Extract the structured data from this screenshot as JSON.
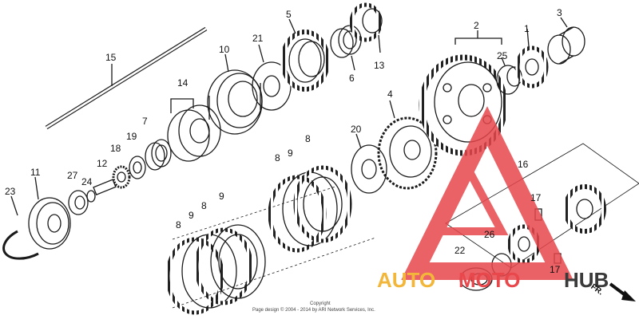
{
  "callouts": {
    "n1": "1",
    "n2": "2",
    "n3": "3",
    "n4": "4",
    "n5": "5",
    "n6": "6",
    "n7": "7",
    "n8": "8",
    "n9": "9",
    "n10": "10",
    "n11": "11",
    "n12": "12",
    "n13": "13",
    "n14": "14",
    "n15": "15",
    "n16": "16",
    "n17": "17",
    "n18": "18",
    "n19": "19",
    "n20": "20",
    "n21": "21",
    "n22": "22",
    "n23": "23",
    "n24": "24",
    "n25": "25",
    "n26": "26",
    "n27": "27"
  },
  "front_marker": "FR.",
  "copyright": {
    "line1": "Copyright",
    "line2": "Page design © 2004 - 2014 by ARI Network Services, Inc."
  },
  "watermark": {
    "part1": "AUTO",
    "part2": "MOTO",
    "part3": "HUB",
    "color_red": "#e8474c",
    "color_gold": "#f2b63a",
    "color_dark": "#3a3a3a"
  }
}
